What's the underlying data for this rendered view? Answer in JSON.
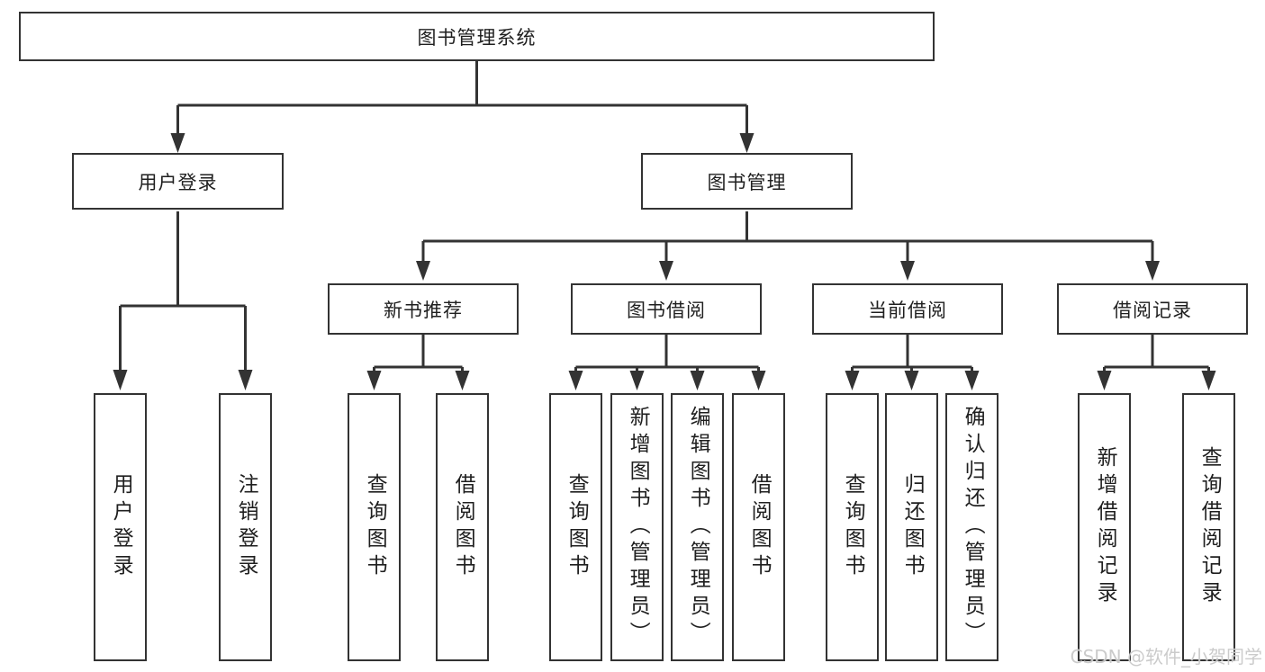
{
  "diagram": {
    "title": "图书管理系统",
    "root": {
      "label": "图书管理系统"
    },
    "level1": [
      {
        "label": "用户登录"
      },
      {
        "label": "图书管理"
      }
    ],
    "level2": [
      {
        "label": "新书推荐"
      },
      {
        "label": "图书借阅"
      },
      {
        "label": "当前借阅"
      },
      {
        "label": "借阅记录"
      }
    ],
    "leaf_groups": [
      {
        "parent": "用户登录",
        "items": [
          "用户登录",
          "注销登录"
        ]
      },
      {
        "parent": "新书推荐",
        "items": [
          "查询图书",
          "借阅图书"
        ]
      },
      {
        "parent": "图书借阅",
        "items": [
          "查询图书",
          "新增图书（管理员）",
          "编辑图书（管理员）",
          "借阅图书"
        ]
      },
      {
        "parent": "当前借阅",
        "items": [
          "查询图书",
          "归还图书",
          "确认归还（管理员）"
        ]
      },
      {
        "parent": "借阅记录",
        "items": [
          "新增借阅记录",
          "查询借阅记录"
        ]
      }
    ]
  },
  "watermark": "CSDN @软件_小贺同学",
  "colors": {
    "line": "#333333",
    "text": "#1f1f1f",
    "watermark": "#c9c9c9",
    "background": "#ffffff"
  }
}
